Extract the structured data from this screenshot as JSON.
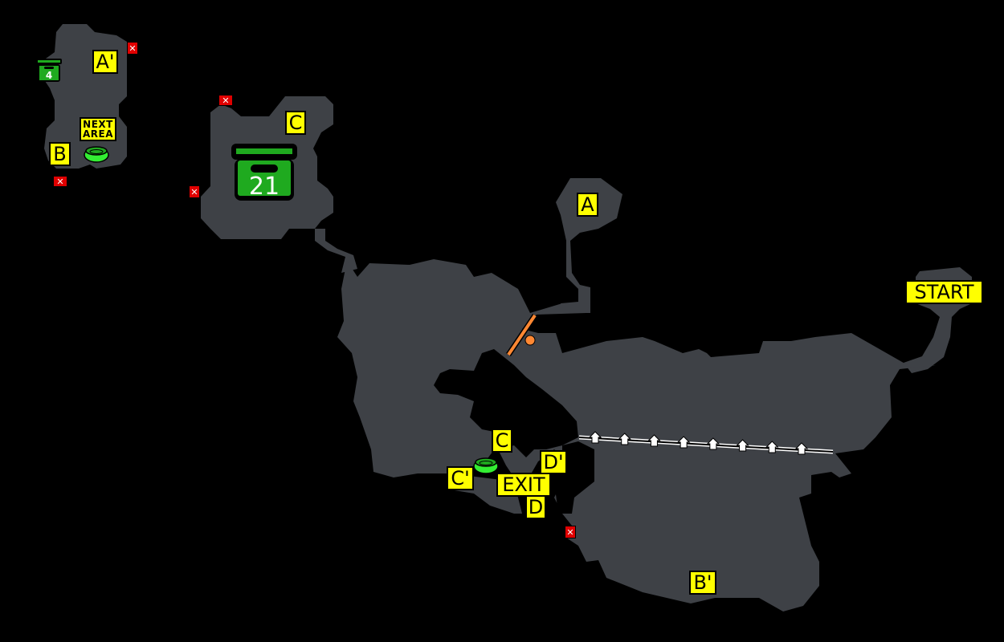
{
  "map": {
    "background_color": "#000000",
    "floor_color": "#3e4146",
    "labels": {
      "start": "START",
      "exit": "EXIT",
      "a": "A",
      "a_prime": "A'",
      "b": "B",
      "b_prime": "B'",
      "c_upper": "C",
      "c_lower": "C",
      "c_prime": "C'",
      "d": "D",
      "d_prime": "D'",
      "next_area_line1": "NEXT",
      "next_area_line2": "AREA"
    },
    "chests": {
      "small": {
        "count": "4",
        "color": "#1faa1f"
      },
      "large": {
        "count": "21",
        "color": "#1faa1f"
      }
    },
    "warp_color": "#33ee33",
    "trap_color": "#e00000",
    "trap_glyph": "✕",
    "barrier_color": "#ff8833",
    "conveyor_arrows": 8
  }
}
